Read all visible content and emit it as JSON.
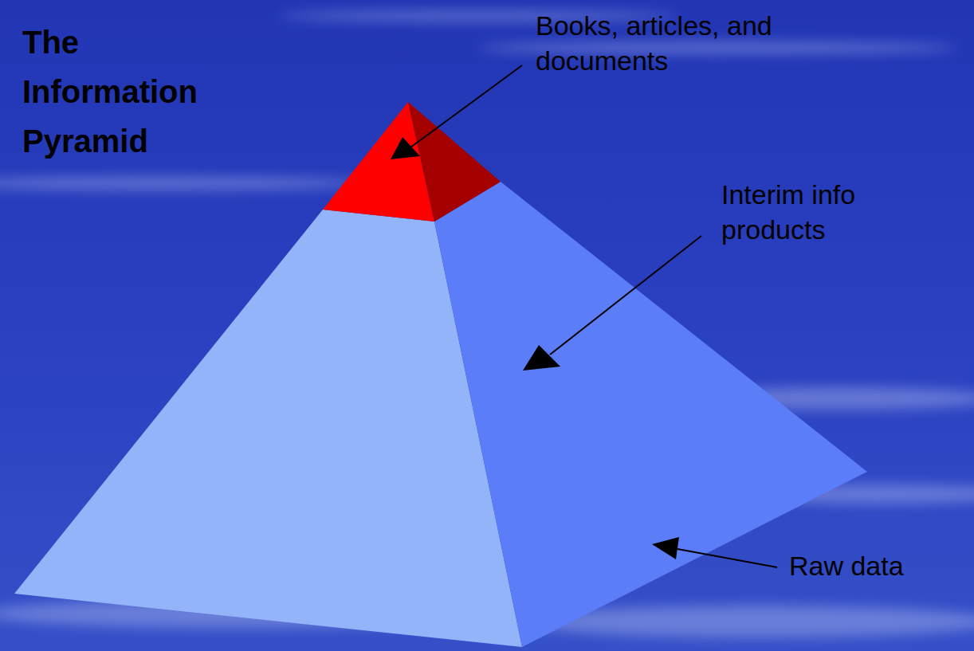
{
  "diagram": {
    "title": "The Information Pyramid",
    "labels": [
      "Books, articles, and documents",
      "Interim info products",
      "Raw data"
    ]
  }
}
